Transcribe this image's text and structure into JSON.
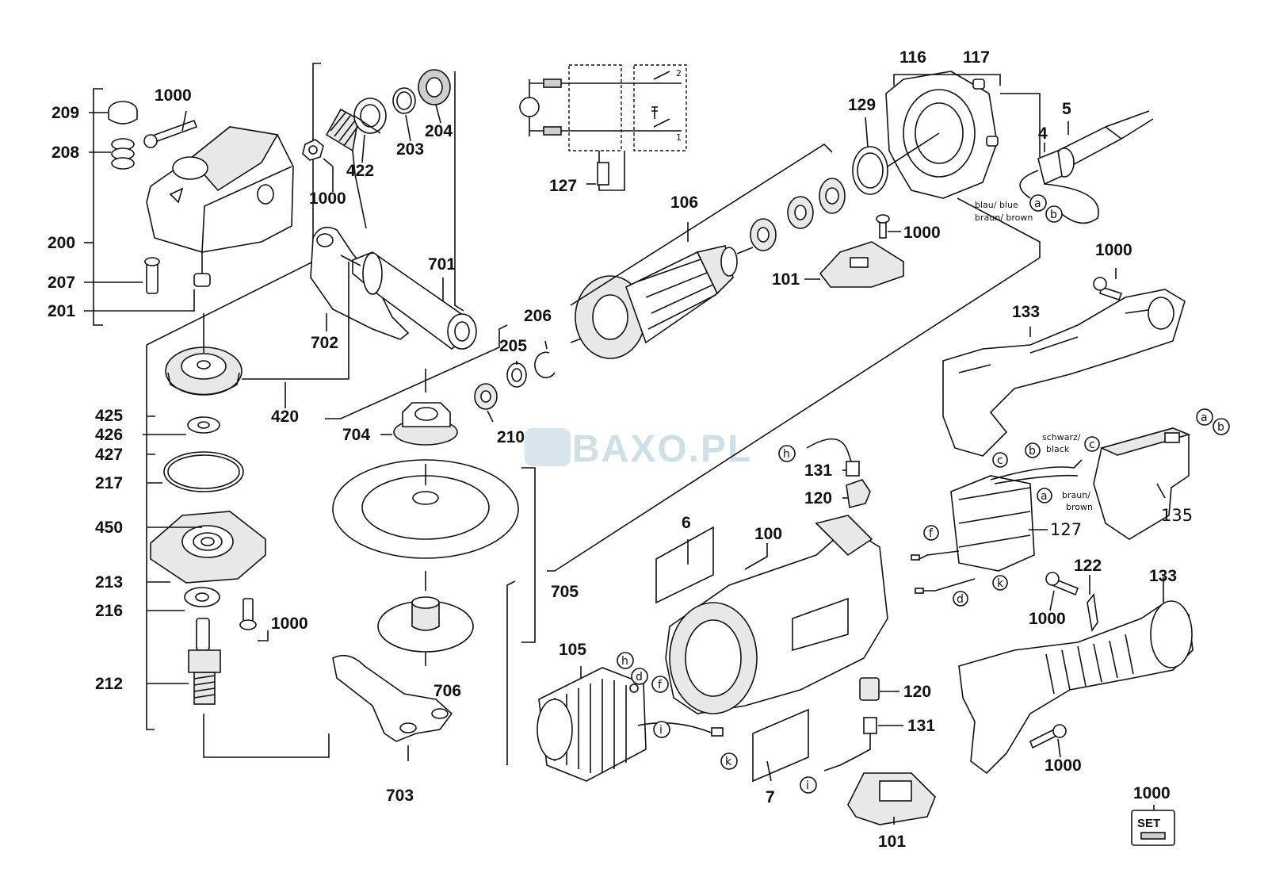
{
  "watermark": "BAXO.PL",
  "labels": {
    "l209": "209",
    "l1000a": "1000",
    "l208": "208",
    "l200": "200",
    "l207": "207",
    "l201": "201",
    "l422": "422",
    "l203": "203",
    "l204": "204",
    "l1000b": "1000",
    "l701": "701",
    "l702": "702",
    "l420": "420",
    "l425": "425",
    "l426": "426",
    "l427": "427",
    "l217": "217",
    "l450": "450",
    "l213": "213",
    "l216": "216",
    "l1000c": "1000",
    "l212": "212",
    "l703": "703",
    "l704": "704",
    "l705": "705",
    "l706": "706",
    "l210": "210",
    "l205": "205",
    "l206": "206",
    "l106": "106",
    "l127a": "127",
    "l129": "129",
    "l116": "116",
    "l117": "117",
    "l5": "5",
    "l4": "4",
    "l1000d": "1000",
    "l101a": "101",
    "l1000e": "1000",
    "l133a": "133",
    "l131a": "131",
    "l120a": "120",
    "l135": "135",
    "l127b": "127",
    "l6": "6",
    "l100": "100",
    "l105": "105",
    "l7": "7",
    "l120b": "120",
    "l131b": "131",
    "l101b": "101",
    "l122": "122",
    "l1000f": "1000",
    "l133b": "133",
    "l1000g": "1000",
    "l1000h": "1000",
    "set": "SET"
  },
  "wire_notes": {
    "blau": "blau/ blue",
    "braun": "braun/ brown",
    "schwarz": "schwarz/",
    "black": "black",
    "braun2": "braun/",
    "brown2": "brown"
  },
  "markers": {
    "a": "a",
    "b": "b",
    "c": "c",
    "d": "d",
    "f": "f",
    "h": "h",
    "i": "i",
    "k": "k"
  },
  "schematic": {
    "n1": "1",
    "n2": "2"
  }
}
